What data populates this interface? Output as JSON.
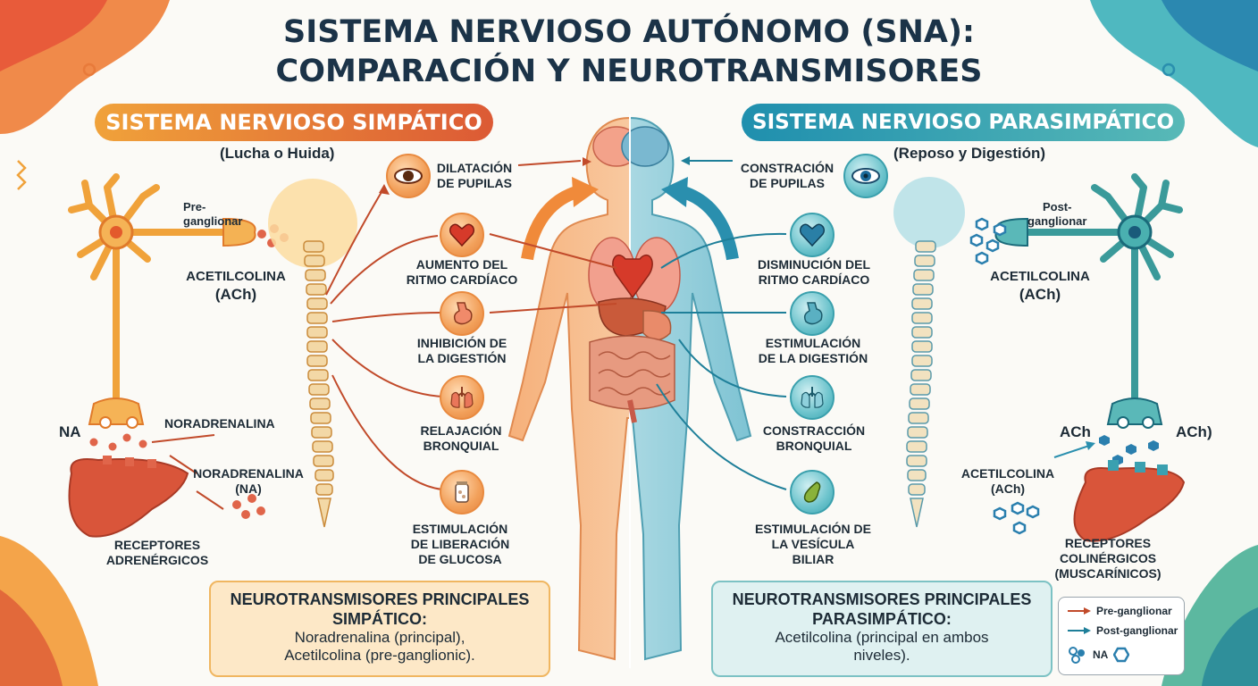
{
  "title": {
    "line1": "SISTEMA NERVIOSO AUTÓNOMO (SNA):",
    "line2": "COMPARACIÓN Y NEUROTRANSMISORES"
  },
  "sympathetic": {
    "banner": "SISTEMA NERVIOSO SIMPÁTICO",
    "subtitle": "(Lucha o Huida)",
    "neuron_label": "Pre-\nganglionar",
    "ach_label_1": "ACETILCOLINA",
    "ach_label_2": "(ACh)",
    "na_short": "NA",
    "noradrenalina": "NORADRENALINA",
    "noradrenalina_na_1": "NORADRENALINA",
    "noradrenalina_na_2": "(NA)",
    "receptors_1": "RECEPTORES",
    "receptors_2": "ADRENÉRGICOS",
    "effects": [
      {
        "line1": "DILATACIÓN",
        "line2": "DE PUPILAS",
        "icon": "eye-icon"
      },
      {
        "line1": "AUMENTO DEL",
        "line2": "RITMO CARDÍACO",
        "icon": "heart-icon"
      },
      {
        "line1": "INHIBICIÓN DE",
        "line2": "LA DIGESTIÓN",
        "icon": "stomach-icon"
      },
      {
        "line1": "RELAJACIÓN",
        "line2": "BRONQUIAL",
        "icon": "lungs-icon"
      },
      {
        "line1": "ESTIMULACIÓN",
        "line2": "DE LIBERACIÓN",
        "line3": "DE GLUCOSA",
        "icon": "glucose-jar-icon"
      }
    ],
    "box_title_1": "NEUROTRANSMISORES PRINCIPALES",
    "box_title_2": "SIMPÁTICO:",
    "box_text_1": "Noradrenalina (principal),",
    "box_text_2": "Acetilcolina (pre-ganglionic).",
    "color": "#e2693a"
  },
  "parasympathetic": {
    "banner": "SISTEMA NERVIOSO PARASIMPÁTICO",
    "subtitle": "(Reposo y Digestión)",
    "neuron_label_1": "Post-",
    "neuron_label_2": "ganglionar",
    "ach_label_1": "ACETILCOLINA",
    "ach_label_2": "(ACh)",
    "ach_left": "ACh",
    "ach_right": "ACh)",
    "acetilcolina_1": "ACETILCOLINA",
    "acetilcolina_2": "(ACh)",
    "receptors_1": "RECEPTORES",
    "receptors_2": "COLINÉRGICOS",
    "receptors_3": "(MUSCARÍNICOS)",
    "effects": [
      {
        "line1": "CONSTRACIÓN",
        "line2": "DE PUPILAS",
        "icon": "eye-icon"
      },
      {
        "line1": "DISMINUCIÓN DEL",
        "line2": "RITMO CARDÍACO",
        "icon": "heart-icon"
      },
      {
        "line1": "ESTIMULACIÓN",
        "line2": "DE LA DIGESTIÓN",
        "icon": "stomach-icon"
      },
      {
        "line1": "CONSTRACCIÓN",
        "line2": "BRONQUIAL",
        "icon": "lungs-icon"
      },
      {
        "line1": "ESTIMULACIÓN DE",
        "line2": "LA VESÍCULA",
        "line3": "BILIAR",
        "icon": "gallbladder-icon"
      }
    ],
    "box_title_1": "NEUROTRANSMISORES PRINCIPALES",
    "box_title_2": "PARASIMPÁTICO:",
    "box_text_1": "Acetilcolina (principal en ambos",
    "box_text_2": "niveles).",
    "color": "#2a8fae"
  },
  "legend": {
    "pre": "Pre-ganglionar",
    "post": "Post-ganglionar",
    "na": "NA"
  }
}
